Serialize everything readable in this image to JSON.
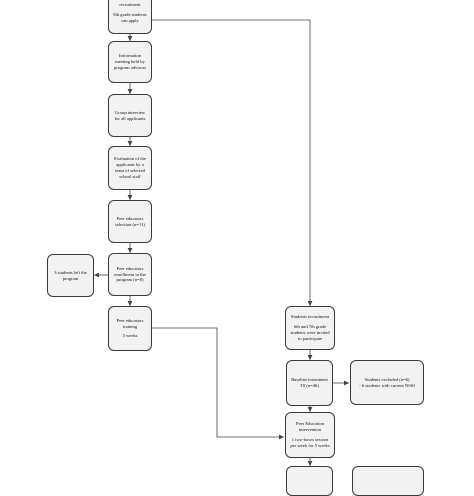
{
  "boxes": {
    "peer_recruitment": {
      "line1": "recruitment",
      "line2": "8th grade students can apply"
    },
    "info_meeting": "Information meeting held by program advisors",
    "group_interview": "Group interview for all applicants",
    "evaluation": "Evaluation of the applicants by a team of selected school staff",
    "peer_selection": "Peer educators selection (n=11)",
    "peer_enrollment": "Peer educators enrollment in the program (n=8)",
    "left_program": "3 students left the program",
    "peer_training": {
      "title": "Peer educators training",
      "duration": "3 weeks"
    },
    "students_recruitment": {
      "title": "Students recruitment",
      "detail": "6th and 7th grade students were invited to participate"
    },
    "baseline": "Baseline instrument T0 (n=46)",
    "excluded": {
      "line1": "Students excluded (n=6)",
      "line2": "- 6 students with current NSSI"
    },
    "intervention": {
      "title": "Peer Education intervention",
      "detail": "1 two-hours session per week for 5 weeks"
    }
  },
  "colors": {
    "box_fill": "#f2f2f2",
    "box_border": "#3a3a3a",
    "line": "#444444"
  }
}
